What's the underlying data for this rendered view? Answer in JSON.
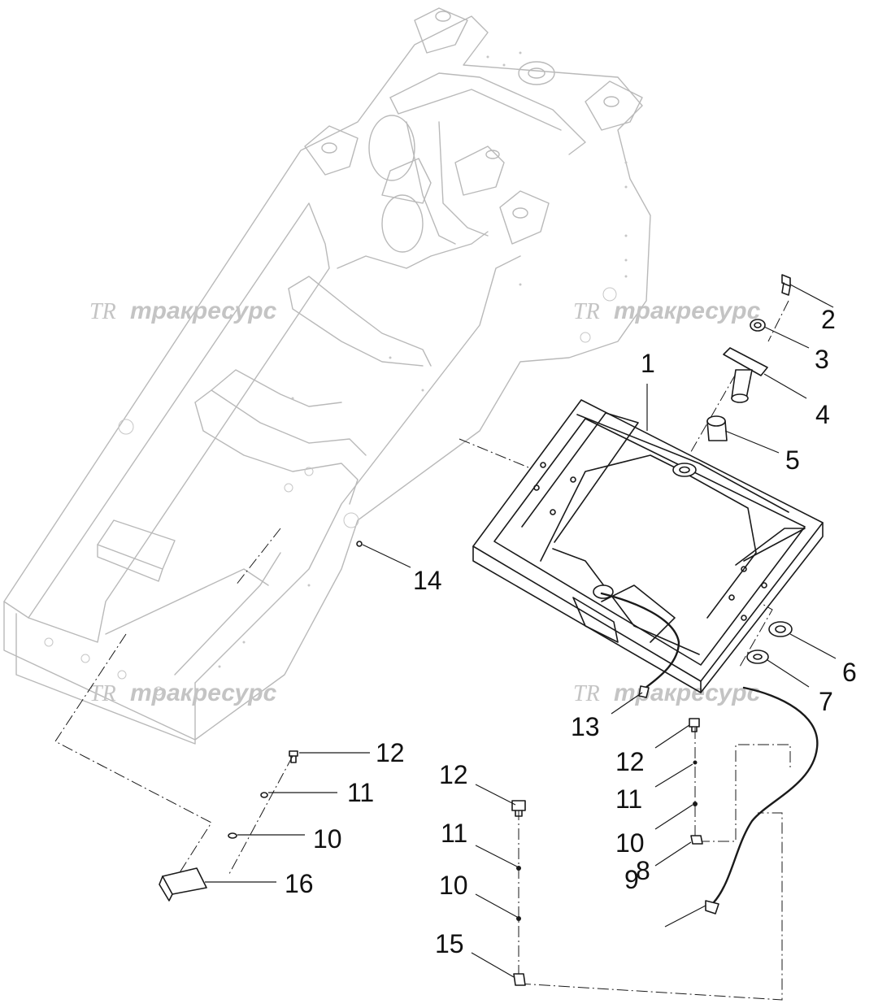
{
  "watermark": {
    "logo": "TR",
    "text": "тракресурс"
  },
  "callouts": [
    {
      "id": "c1",
      "label": "1"
    },
    {
      "id": "c2",
      "label": "2"
    },
    {
      "id": "c3",
      "label": "3"
    },
    {
      "id": "c4",
      "label": "4"
    },
    {
      "id": "c5",
      "label": "5"
    },
    {
      "id": "c6",
      "label": "6"
    },
    {
      "id": "c7",
      "label": "7"
    },
    {
      "id": "c8",
      "label": "8"
    },
    {
      "id": "c9",
      "label": "9"
    },
    {
      "id": "c10a",
      "label": "10"
    },
    {
      "id": "c10b",
      "label": "10"
    },
    {
      "id": "c10c",
      "label": "10"
    },
    {
      "id": "c11a",
      "label": "11"
    },
    {
      "id": "c11b",
      "label": "11"
    },
    {
      "id": "c11c",
      "label": "11"
    },
    {
      "id": "c12a",
      "label": "12"
    },
    {
      "id": "c12b",
      "label": "12"
    },
    {
      "id": "c12c",
      "label": "12"
    },
    {
      "id": "c13",
      "label": "13"
    },
    {
      "id": "c14",
      "label": "14"
    },
    {
      "id": "c15",
      "label": "15"
    },
    {
      "id": "c16",
      "label": "16"
    }
  ]
}
